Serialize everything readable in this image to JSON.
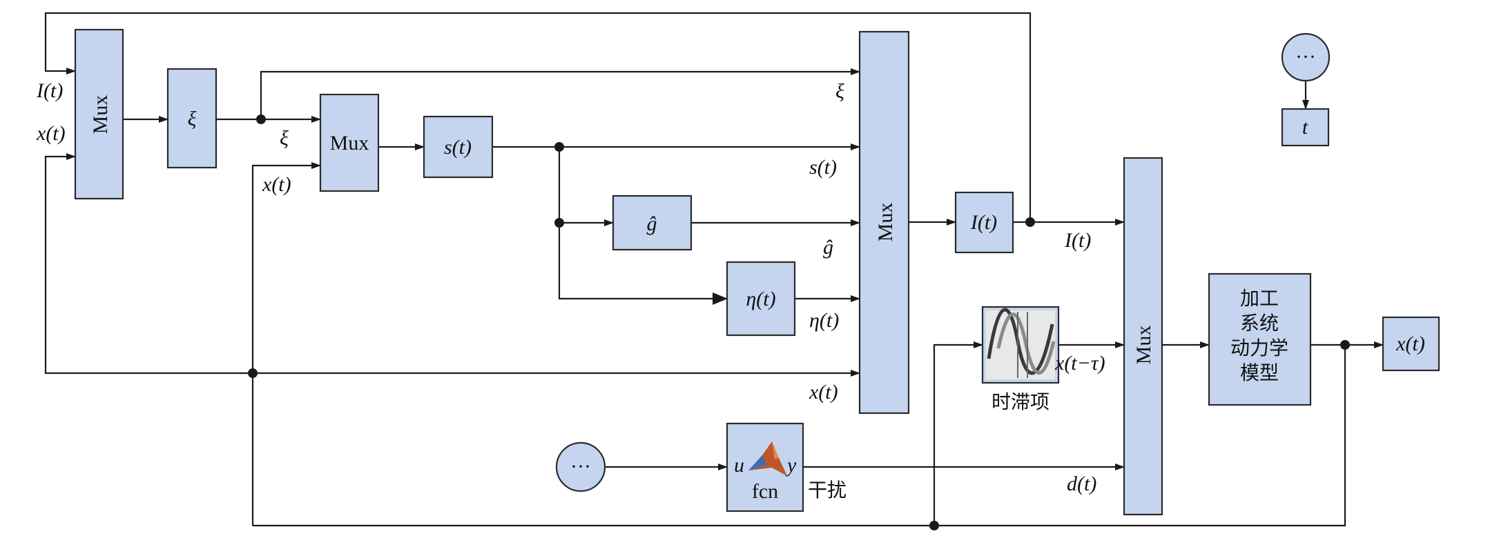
{
  "blocks": {
    "mux1": "Mux",
    "xi": "ξ",
    "mux2": "Mux",
    "s": "s(t)",
    "ghat": "ĝ",
    "eta": "η(t)",
    "mux3": "Mux",
    "I": "I(t)",
    "mux4": "Mux",
    "fcn_u": "u",
    "fcn_y": "y",
    "fcn_name": "fcn",
    "delay_caption": "时滞项",
    "fcn_caption": "干扰",
    "dynamics": [
      "加工",
      "系统",
      "动力学",
      "模型"
    ],
    "x_out": "x(t)",
    "clock_out": "t",
    "ellipsis": "···"
  },
  "labels": {
    "mux1_in_I": "I(t)",
    "mux1_in_x": "x(t)",
    "mux2_in_xi": "ξ",
    "mux2_in_x": "x(t)",
    "mux3_in_xi": "ξ",
    "mux3_in_s": "s(t)",
    "mux3_in_g": "ĝ",
    "mux3_in_eta": "η(t)",
    "mux3_in_x": "x(t)",
    "mux4_in_I": "I(t)",
    "mux4_in_delay": "x(t−τ)",
    "mux4_in_d": "d(t)"
  },
  "colors": {
    "block_fill": "#c5d5ef",
    "line": "#1a1a1a",
    "delay_icon_bg": "#e8e8e8",
    "fcn_icon": "#c0552a"
  }
}
